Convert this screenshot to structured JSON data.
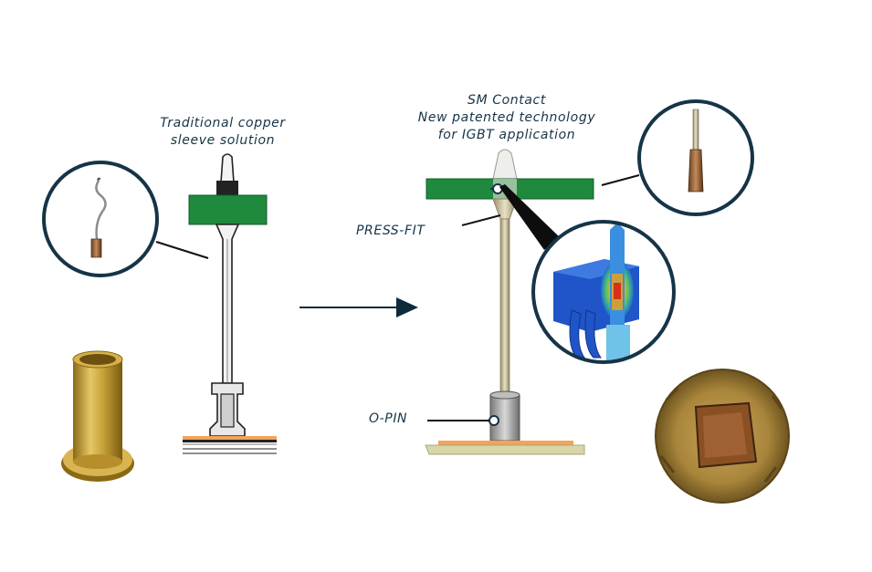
{
  "left": {
    "title_line1": "Traditional copper",
    "title_line2": "sleeve solution"
  },
  "right": {
    "title_line1": "SM Contact",
    "title_line2": "New patented technology",
    "title_line3": "for IGBT application",
    "callout_pressfit": "PRESS-FIT",
    "callout_opin": "O-PIN"
  },
  "colors": {
    "navy": "#163447",
    "pcb_green": "#1f8a3e",
    "brass": "#c9a23a",
    "copper": "#b86e36"
  }
}
